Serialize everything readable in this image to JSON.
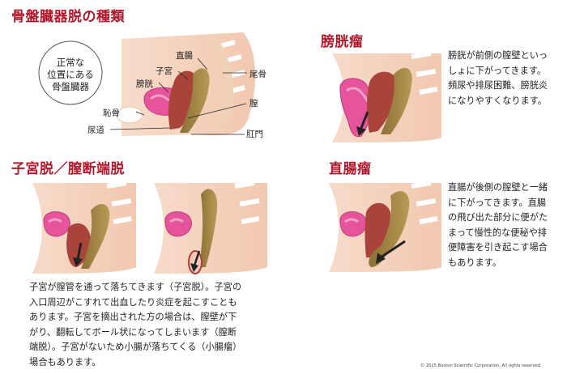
{
  "main_title": "骨盤臓器脱の種類",
  "normal": {
    "circle_label": [
      "正常な",
      "位置にある",
      "骨盤臓器"
    ],
    "labels": {
      "rectum": "直腸",
      "uterus": "子宮",
      "bladder": "膀胱",
      "tailbone": "尾骨",
      "vagina": "膣",
      "pubic_bone": "恥骨",
      "urethra": "尿道",
      "anus": "肛門"
    }
  },
  "cystocele": {
    "title": "膀胱瘤",
    "text": [
      "膀胱が前側の膣壁といっ",
      "しょに下がってきます。",
      "頻尿や排尿困難、膀胱炎",
      "になりやすくなります。"
    ]
  },
  "uterine": {
    "title": "子宮脱／膣断端脱",
    "text": [
      "子宮が膣管を通って落ちてきます（子宮脱）。子宮の",
      "入口周辺がこすれて出血したり炎症を起こすことも",
      "あります。子宮を摘出された方の場合は、膣壁が下",
      "がり、翻転してボール状になってしまいます（膣断",
      "端脱）。子宮がないため小腸が落ちてくる（小腸瘤）",
      "場合もあります。"
    ]
  },
  "rectocele": {
    "title": "直腸瘤",
    "text": [
      "直腸が後側の膣壁と一緒",
      "に下がってきます。直腸",
      "の飛び出た部分に便がた",
      "まって慢性的な便秘や排",
      "便障害を引き起こす場合",
      "もあります。"
    ]
  },
  "copyright": "© 2025 Boston Scientific Corporation. All rights reserved."
}
